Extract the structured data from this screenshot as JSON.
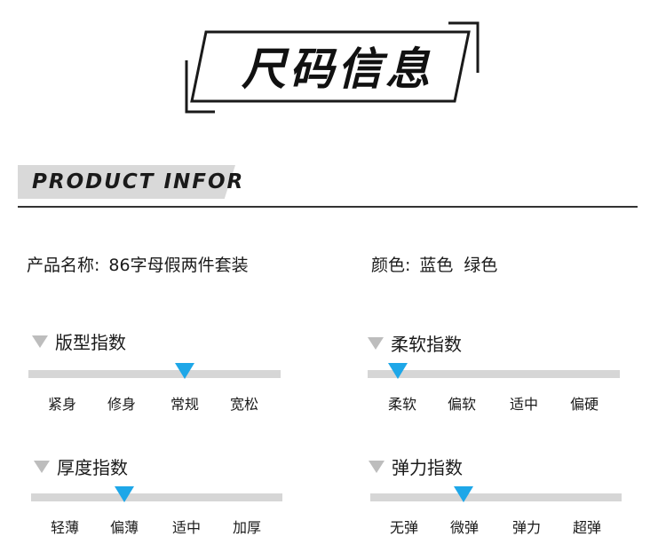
{
  "title": "尺码信息",
  "section": {
    "label": "PRODUCT INFOR"
  },
  "product": {
    "name_label": "产品名称:",
    "name_value": "86字母假两件套装"
  },
  "color": {
    "label": "颜色:",
    "values": [
      "蓝色",
      "绿色"
    ]
  },
  "accent_color": "#1ea7e8",
  "indices": [
    {
      "title": "版型指数",
      "options": [
        "紧身",
        "修身",
        "常规",
        "宽松"
      ],
      "selected": "常规",
      "marker_level": 0.62
    },
    {
      "title": "柔软指数",
      "options": [
        "柔软",
        "偏软",
        "适中",
        "偏硬"
      ],
      "selected": "柔软",
      "marker_level": 0.12
    },
    {
      "title": "厚度指数",
      "options": [
        "轻薄",
        "偏薄",
        "适中",
        "加厚"
      ],
      "selected": "偏薄",
      "marker_level": 0.37
    },
    {
      "title": "弹力指数",
      "options": [
        "无弹",
        "微弹",
        "弹力",
        "超弹"
      ],
      "selected": "微弹",
      "marker_level": 0.37
    }
  ]
}
